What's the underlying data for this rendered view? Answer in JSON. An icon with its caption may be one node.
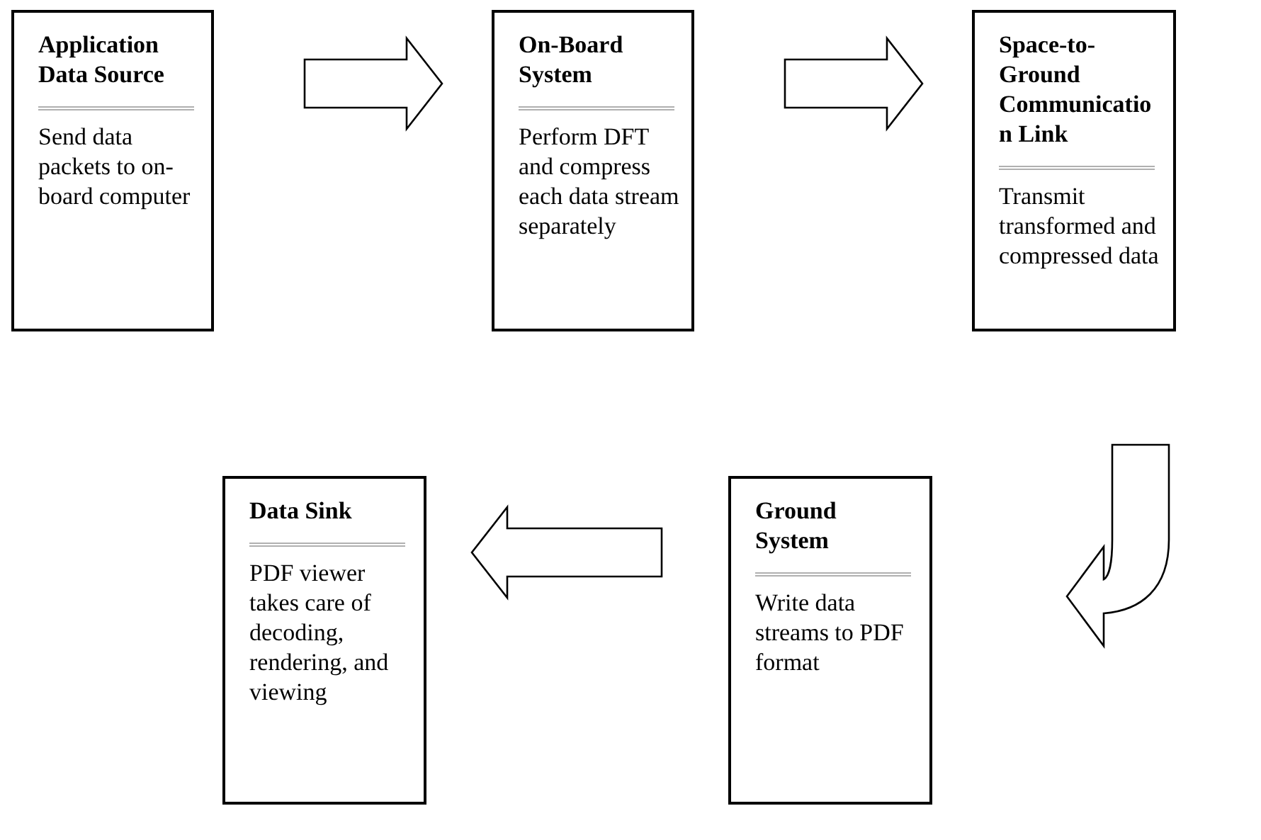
{
  "diagram": {
    "nodes": [
      {
        "text": [
          "Application Data Source",
          "Send data packets to on-board computer"
        ]
      },
      {
        "text": [
          "On-Board System",
          "Perform DFT and compress each data stream separately"
        ]
      },
      {
        "text": [
          "Space-to-Ground Communication Link",
          "Transmit transformed and compressed data"
        ]
      },
      {
        "text": [
          "Data Sink",
          "PDF viewer takes care of decoding, rendering, and viewing"
        ]
      },
      {
        "text": [
          "Ground System",
          "Write data streams to PDF format"
        ]
      }
    ],
    "edges": [
      {
        "from": 0,
        "to": 1,
        "arrow": "to"
      },
      {
        "from": 1,
        "to": 2,
        "arrow": "to"
      },
      {
        "from": 2,
        "to": 4,
        "arrow": "to"
      },
      {
        "from": 4,
        "to": 3,
        "arrow": "to"
      }
    ]
  }
}
